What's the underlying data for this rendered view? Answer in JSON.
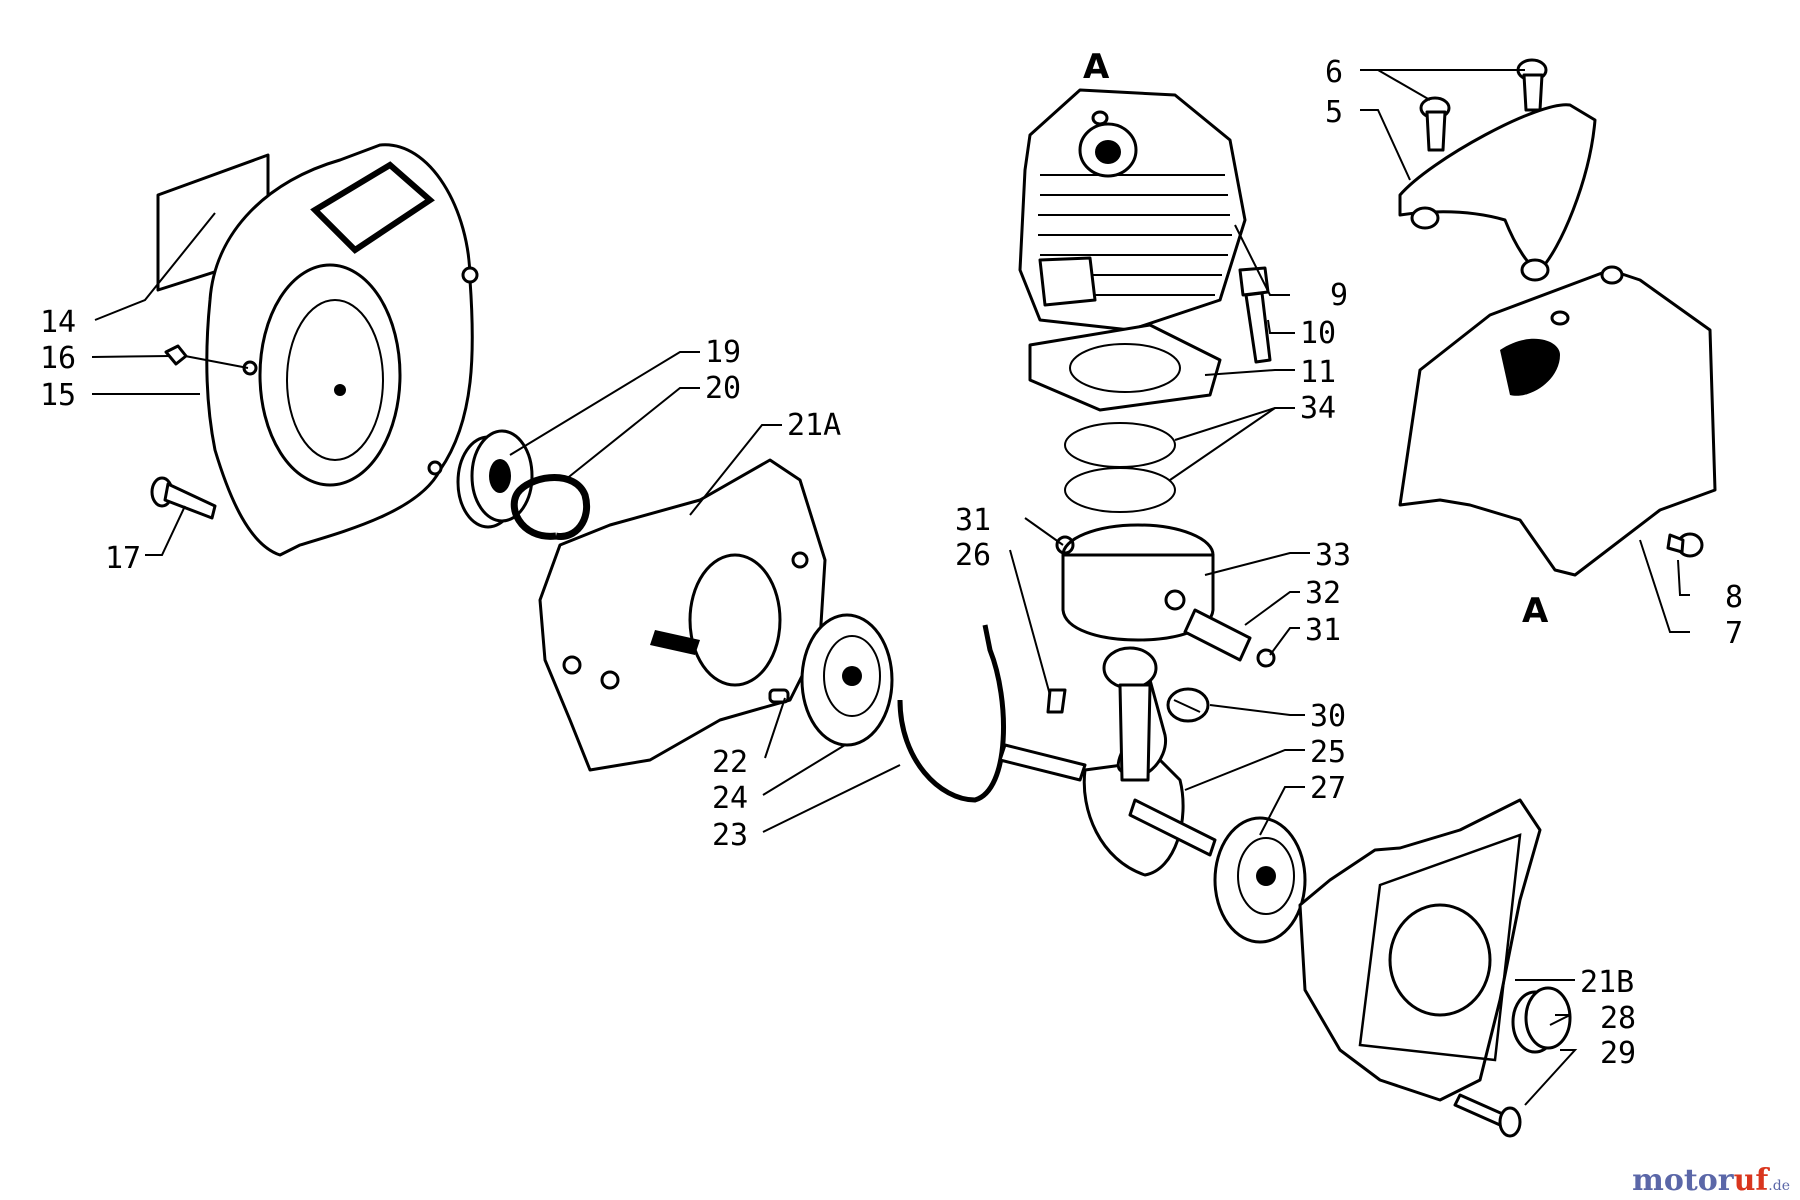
{
  "callouts": {
    "c14": "14",
    "c16": "16",
    "c15": "15",
    "c17": "17",
    "c19": "19",
    "c20": "20",
    "c21a": "21A",
    "c22": "22",
    "c24": "24",
    "c23": "23",
    "c31a": "31",
    "c26": "26",
    "c33": "33",
    "c32": "32",
    "c31b": "31",
    "c30": "30",
    "c25": "25",
    "c27": "27",
    "c21b": "21B",
    "c28": "28",
    "c29": "29",
    "c9": "9",
    "c10": "10",
    "c11": "11",
    "c34": "34",
    "c6": "6",
    "c5": "5",
    "c8": "8",
    "c7": "7"
  },
  "reference_marks": {
    "top": "A",
    "bottom": "A"
  },
  "watermark": {
    "part1": "motor",
    "part2": "uf",
    "part3": ".de"
  },
  "colors": {
    "line": "#000000",
    "watermark_blue": "#5b67a8",
    "watermark_red": "#d9361e"
  }
}
